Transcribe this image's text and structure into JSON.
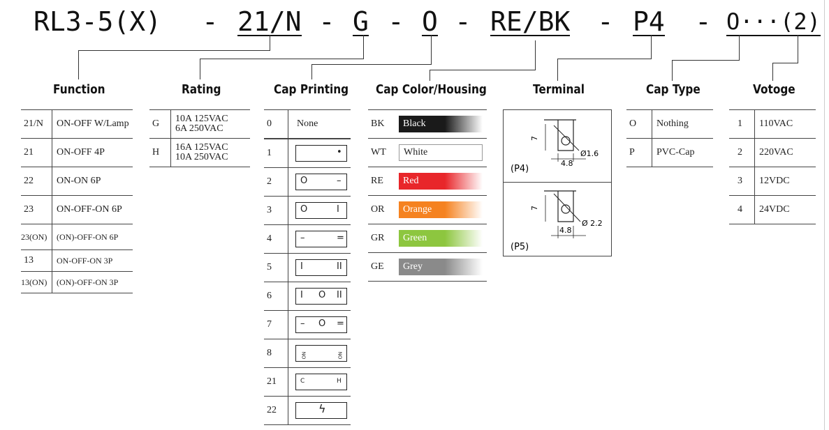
{
  "title": {
    "p1": "RL3-5(X)",
    "d1": "-",
    "p2": "21/N",
    "d2": "-",
    "p3": "G",
    "d3": "-",
    "p4": "O",
    "d4": "-",
    "p5": "RE/BK",
    "d5": "-",
    "p6": "P4",
    "d6": "-",
    "p7": "O···(2)"
  },
  "headers": {
    "function": "Function",
    "rating": "Rating",
    "cap_printing": "Cap Printing",
    "cap_color": "Cap Color/Housing",
    "terminal": "Terminal",
    "cap_type": "Cap Type",
    "voltage": "Votoge"
  },
  "function_rows": [
    {
      "code": "21/N",
      "desc": "ON-OFF W/Lamp"
    },
    {
      "code": "21",
      "desc": "ON-OFF  4P"
    },
    {
      "code": "22",
      "desc": "ON-ON  6P"
    },
    {
      "code": "23",
      "desc": "ON-OFF-ON 6P"
    },
    {
      "code": "23(ON)",
      "desc": "(ON)-OFF-ON 6P"
    },
    {
      "code": "13",
      "desc": "ON-OFF-ON 3P"
    },
    {
      "code": "13(ON)",
      "desc": "(ON)-OFF-ON 3P"
    }
  ],
  "rating_rows": [
    {
      "code": "G",
      "line1": "10A  125VAC",
      "line2": "6A    250VAC"
    },
    {
      "code": "H",
      "line1": "16A  125VAC",
      "line2": "10A  250VAC"
    }
  ],
  "cap_printing_rows": [
    {
      "code": "0",
      "label": "None",
      "symbols": []
    },
    {
      "code": "1",
      "symbols": [
        "",
        "",
        "•"
      ]
    },
    {
      "code": "2",
      "symbols": [
        "O",
        "",
        "–"
      ]
    },
    {
      "code": "3",
      "symbols": [
        "O",
        "",
        "I"
      ]
    },
    {
      "code": "4",
      "symbols": [
        "–",
        "",
        "="
      ]
    },
    {
      "code": "5",
      "symbols": [
        "I",
        "",
        "II"
      ]
    },
    {
      "code": "6",
      "symbols": [
        "I",
        "O",
        "II"
      ]
    },
    {
      "code": "7",
      "symbols": [
        "–",
        "O",
        "="
      ]
    },
    {
      "code": "8",
      "symbols": [
        "ON",
        "",
        "ON"
      ]
    },
    {
      "code": "21",
      "symbols": [
        "C",
        "",
        "H"
      ]
    },
    {
      "code": "22",
      "symbols": [
        "",
        "ϟ",
        ""
      ]
    }
  ],
  "cap_color_rows": [
    {
      "code": "BK",
      "name": "Black",
      "color": "#1a1a1a"
    },
    {
      "code": "WT",
      "name": "White",
      "color": "#ffffff"
    },
    {
      "code": "RE",
      "name": "Red",
      "color": "#e8262a"
    },
    {
      "code": "OR",
      "name": "Orange",
      "color": "#f58220"
    },
    {
      "code": "GR",
      "name": "Green",
      "color": "#8dc63f"
    },
    {
      "code": "GE",
      "name": "Grey",
      "color": "#8a8a8a"
    }
  ],
  "terminal": {
    "p4": {
      "label": "(P4)",
      "dim_h": "7",
      "dim_w": "4.8",
      "dia": "Ø1.6"
    },
    "p5": {
      "label": "(P5)",
      "dim_h": "7",
      "dim_w": "4.8",
      "dia": "Ø 2.2"
    }
  },
  "cap_type_rows": [
    {
      "code": "O",
      "desc": "Nothing"
    },
    {
      "code": "P",
      "desc": "PVC-Cap"
    }
  ],
  "voltage_rows": [
    {
      "code": "1",
      "desc": "110VAC"
    },
    {
      "code": "2",
      "desc": "220VAC"
    },
    {
      "code": "3",
      "desc": "12VDC"
    },
    {
      "code": "4",
      "desc": "24VDC"
    }
  ]
}
